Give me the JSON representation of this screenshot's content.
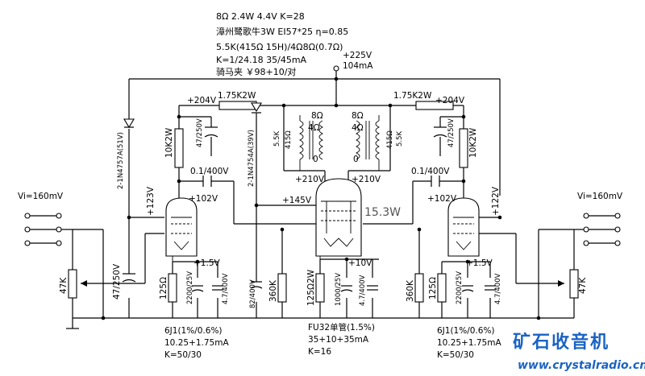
{
  "header": {
    "line1": "8Ω  2.4W  4.4V  K=28",
    "line2": "漳州鹭歌牛3W  EI57*25  η=0.85",
    "line3": "5.5K(415Ω 15H)/4Ω8Ω(0.7Ω)",
    "line4": "K=1/24.18     35/45mA",
    "line5": "骑马夹 ￥98+10/对"
  },
  "supply": {
    "b_plus": "+225V",
    "b_current": "104mA"
  },
  "left_channel": {
    "input": "Vi=160mV",
    "pot": "47K",
    "zener": "2-1N4757A(51V)",
    "supply_label": "+123V",
    "filter_cap": "47/250V",
    "dropper": "1.75K2W",
    "node_voltage": "+204V",
    "decoupling_cap": "47/250V",
    "plate_resistor": "10K2W",
    "coupling_cap": "0.1/400V",
    "plate_voltage": "+102V",
    "cathode_voltage": "+1.5V",
    "cathode_resistor": "125Ω",
    "cathode_cap_1": "2200/25V",
    "cathode_cap_2": "4.7/400V",
    "tube_note_1": "6J1(1%/0.6%)",
    "tube_note_2": "10.25+1.75mA",
    "tube_note_3": "K=50/30"
  },
  "right_channel": {
    "input": "Vi=160mV",
    "pot": "47K",
    "supply_label": "+122V",
    "dropper": "1.75K2W",
    "node_voltage": "+204V",
    "decoupling_cap": "47/250V",
    "plate_resistor": "10K2W",
    "coupling_cap": "0.1/400V",
    "plate_voltage": "+102V",
    "cathode_voltage": "+1.5V",
    "cathode_resistor": "125Ω",
    "cathode_cap_1": "2200/25V",
    "cathode_cap_2": "4.7/400V",
    "grid_resistor": "360K",
    "tube_note_1": "6J1(1%/0.6%)",
    "tube_note_2": "10.25+1.75mA",
    "tube_note_3": "K=50/30"
  },
  "transformers": {
    "left_primary_r": "5.5K",
    "left_primary_dcr": "415Ω",
    "left_tap_8": "8Ω",
    "left_tap_4": "4Ω",
    "left_tap_0": "0",
    "right_primary_r": "5.5K",
    "right_primary_dcr": "415Ω",
    "right_tap_8": "8Ω",
    "right_tap_4": "4Ω",
    "right_tap_0": "0",
    "plate_left": "+210V",
    "plate_right": "+210V"
  },
  "output_stage": {
    "tube_label": "15.3W",
    "zener": "2-1N4754A(39V)",
    "screen_voltage": "+145V",
    "cathode_voltage": "+10V",
    "grid_resistor_left": "360K",
    "coupling_cap": "82/400V",
    "cathode_resistor": "125Ω2W",
    "cathode_cap_1": "1000/25V",
    "cathode_cap_2": "4.7/400V",
    "tube_note_1": "FU32单管(1.5%)",
    "tube_note_2": "35+10+35mA",
    "tube_note_3": "K=16"
  },
  "watermark": {
    "brand": "矿石收音机",
    "url": "www.crystalradio.cn"
  }
}
